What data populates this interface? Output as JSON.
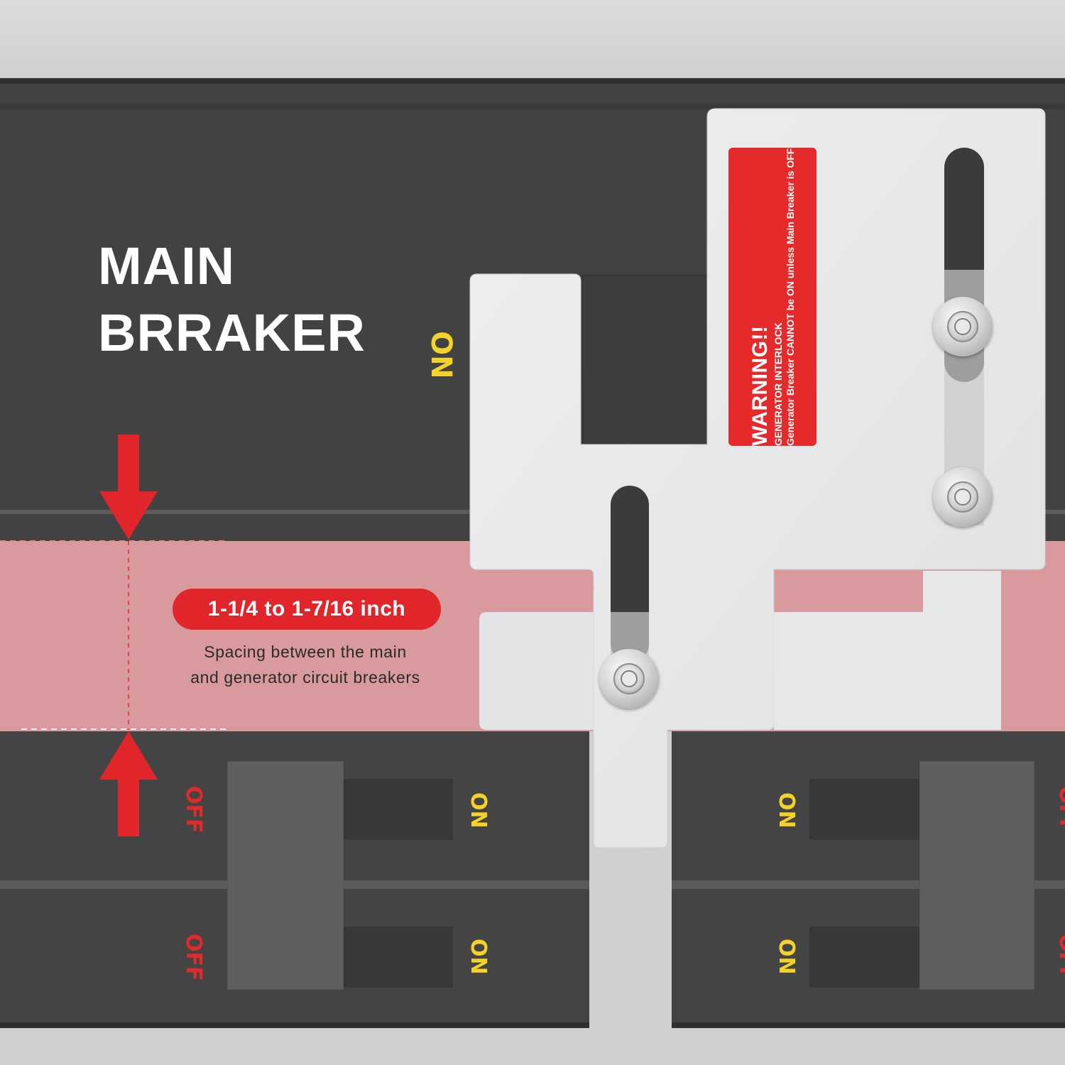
{
  "headline": {
    "line1": "MAIN",
    "line2": "BRRAKER"
  },
  "main_breaker": {
    "on_label": "ON"
  },
  "measurement": {
    "spacing": "1-1/4 to 1-7/16 inch",
    "caption_line1": "Spacing between the main",
    "caption_line2": "and generator circuit breakers"
  },
  "warning_label": {
    "title": "WARNING!!",
    "line1": "GENERATOR INTERLOCK",
    "line2": "Generator Breaker CANNOT be ON unless Main Breaker is OFF"
  },
  "left_breaker": {
    "off_top": "OFF",
    "off_bottom": "OFF",
    "on_top": "ON",
    "on_bottom": "ON"
  },
  "right_breaker": {
    "on_top": "ON",
    "on_bottom": "ON",
    "off_top": "OFF",
    "off_bottom": "OFF"
  },
  "colors": {
    "accent_red": "#e0262b",
    "label_yellow": "#f3d22a",
    "panel_dark": "#424242",
    "plate_silver": "#e9eaeb"
  }
}
